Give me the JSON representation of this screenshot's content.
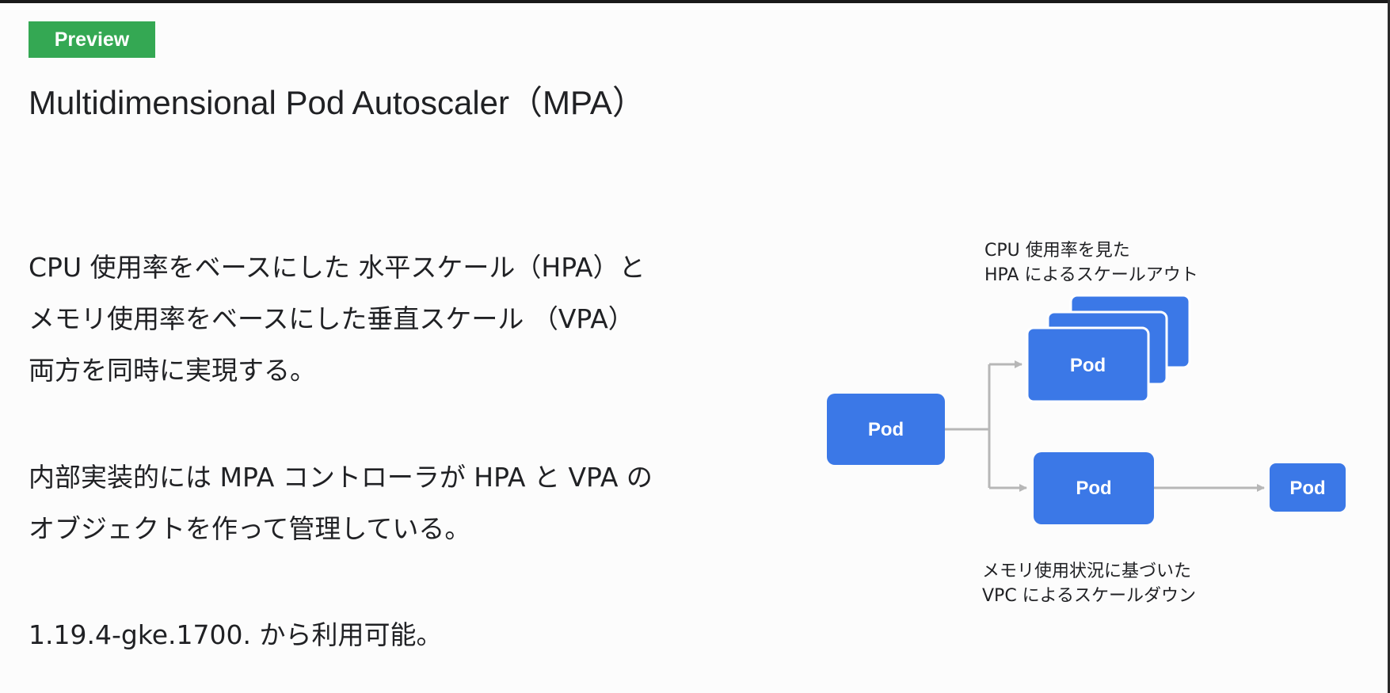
{
  "slide": {
    "badge": "Preview",
    "title": "Multidimensional Pod Autoscaler（MPA）",
    "paragraphs": [
      "CPU 使用率をベースにした 水平スケール（HPA）と",
      "メモリ使用率をベースにした垂直スケール （VPA）",
      "両方を同時に実現する。",
      "内部実装的には MPA コントローラが HPA と VPA の",
      "オブジェクトを作って管理している。",
      "1.19.4-gke.1700. から利用可能。"
    ]
  },
  "diagram": {
    "caption_hpa": [
      "CPU 使用率を見た",
      "HPA によるスケールアウト"
    ],
    "caption_vpa": [
      "メモリ使用状況に基づいた",
      "VPC によるスケールダウン"
    ],
    "pods": {
      "source": "Pod",
      "hpa_front": "Pod",
      "vpa_mid": "Pod",
      "vpa_small": "Pod"
    }
  },
  "colors": {
    "badge": "#34a853",
    "pod": "#3b78e7",
    "arrow": "#b7b7b7",
    "text": "#202124"
  }
}
